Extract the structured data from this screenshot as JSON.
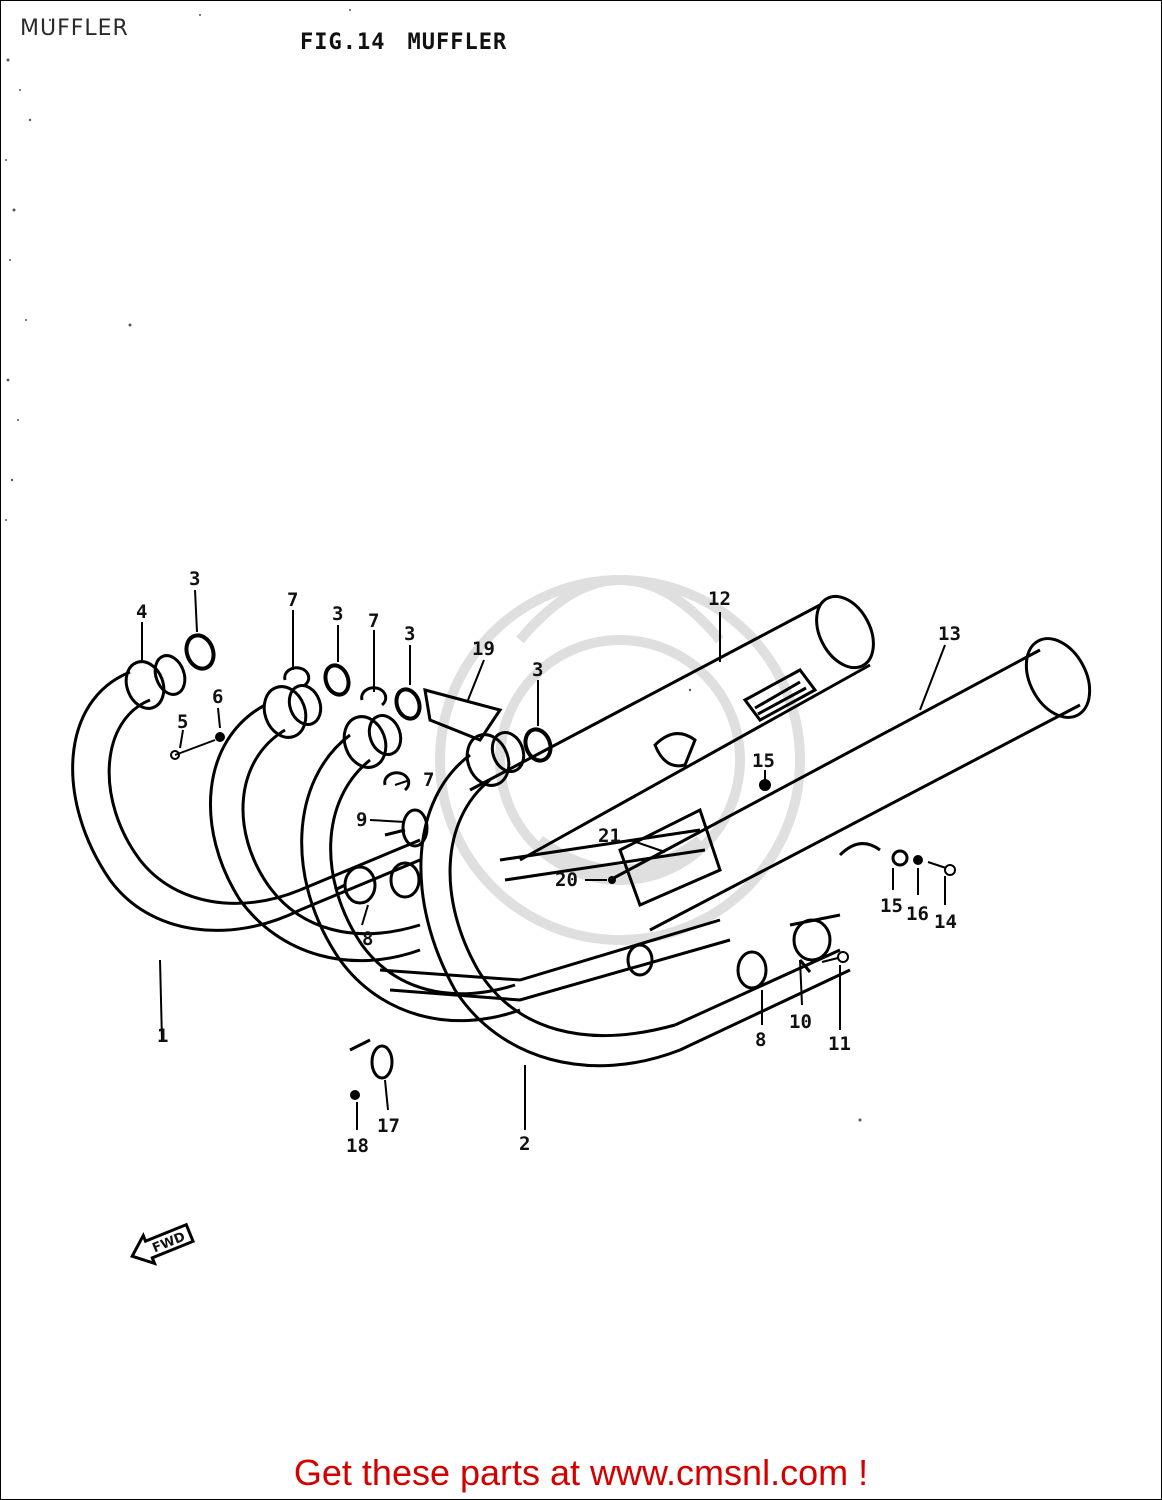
{
  "page_caption": "MUFFLER",
  "figure": {
    "number": "FIG.14",
    "name": "MUFFLER"
  },
  "callouts": {
    "c1": "1",
    "c2": "2",
    "c3a": "3",
    "c3b": "3",
    "c3c": "3",
    "c3d": "3",
    "c4": "4",
    "c5": "5",
    "c6": "6",
    "c7a": "7",
    "c7b": "7",
    "c7c": "7",
    "c8a": "8",
    "c8b": "8",
    "c9": "9",
    "c10": "10",
    "c11": "11",
    "c12": "12",
    "c13": "13",
    "c14": "14",
    "c15a": "15",
    "c15b": "15",
    "c16": "16",
    "c17": "17",
    "c18": "18",
    "c19": "19",
    "c20": "20",
    "c21": "21"
  },
  "fwd_label": "FWD",
  "footer": {
    "text": "Get these parts at www.cmsnl.com !",
    "color": "#d40000"
  }
}
